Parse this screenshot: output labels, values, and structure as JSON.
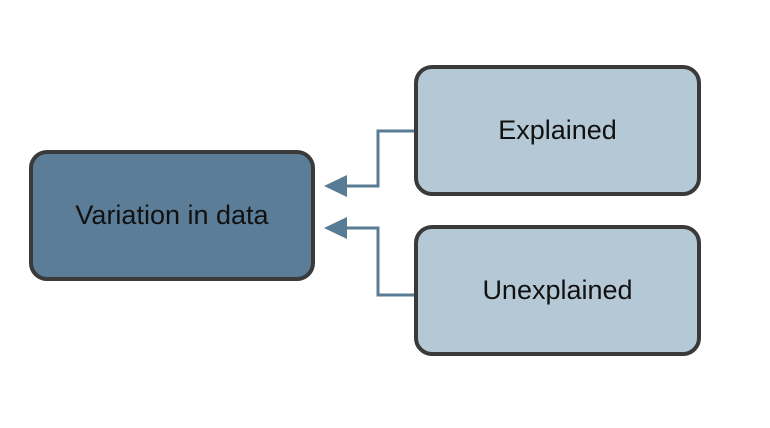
{
  "main_node": {
    "label": "Variation in data",
    "fill": "#5b7d98"
  },
  "child_nodes": [
    {
      "label": "Explained",
      "fill": "#b5c8d6"
    },
    {
      "label": "Unexplained",
      "fill": "#b5c8d6"
    }
  ],
  "colors": {
    "border": "#3a3a3a",
    "connector": "#587b96",
    "text": "#111111"
  }
}
